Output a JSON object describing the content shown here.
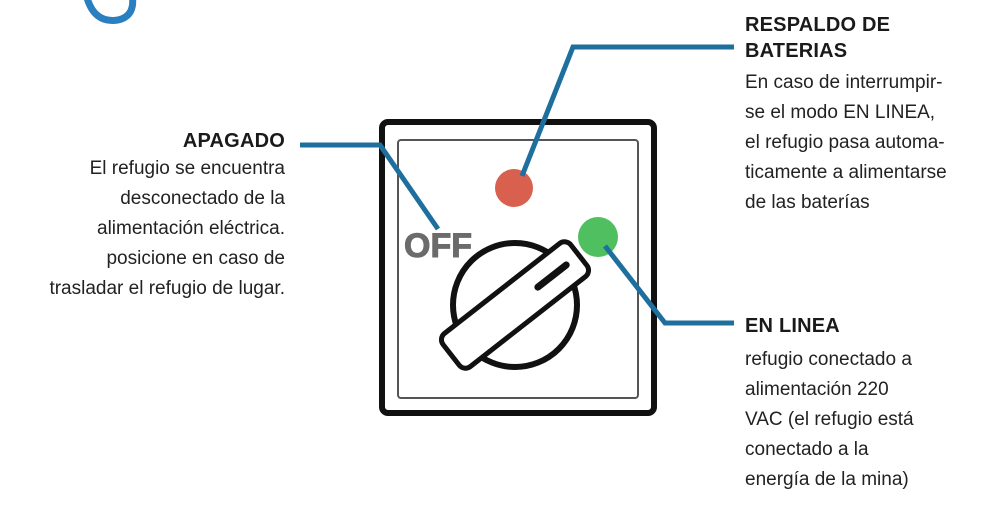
{
  "apagado": {
    "title": "APAGADO",
    "lines": [
      "El refugio se encuentra",
      "desconectado de la",
      "alimentación eléctrica.",
      "posicione en caso de",
      "trasladar el refugio de lugar."
    ]
  },
  "respaldo": {
    "title_lines": [
      "RESPALDO DE",
      "BATERIAS"
    ],
    "lines": [
      "En caso de interrumpir-",
      "se el modo EN LINEA,",
      "el refugio pasa automa-",
      "ticamente a alimentarse",
      "de las baterías"
    ]
  },
  "en_linea": {
    "title": "EN LINEA",
    "lines": [
      "refugio conectado a",
      "alimentación 220",
      "VAC (el refugio está",
      "conectado a la",
      "energía de la mina)"
    ]
  },
  "switch_panel": {
    "off_label": "OFF"
  },
  "colors": {
    "leader_line": "#1f6f9e",
    "top_decor_circle": "#2a7fc0",
    "red_indicator": "#d9604f",
    "green_indicator": "#4fbf5f",
    "panel_border": "#111111",
    "panel_inner_border": "#555555",
    "off_text": "#6b6b6b"
  }
}
